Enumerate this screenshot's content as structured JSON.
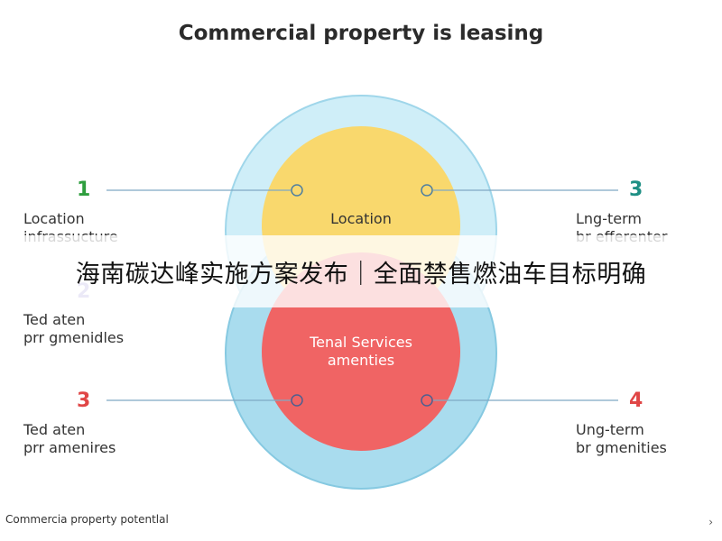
{
  "title": "Commercial property is leasing",
  "diagram": {
    "top_circle_label": "Location",
    "bottom_circle_label_1": "Tenal Services",
    "bottom_circle_label_2": "amenties",
    "items": [
      {
        "number": "1",
        "line1": "Location",
        "line2": "infrassucture",
        "color": "#2e9e3e"
      },
      {
        "number": "2",
        "line1": "Ted aten",
        "line2": "prr gmenidles",
        "color": "#9a8fd6"
      },
      {
        "number": "3",
        "line1": "Lng-term",
        "line2": "br efferenter",
        "color": "#1e8f84"
      },
      {
        "number": "3",
        "line1": "Ted aten",
        "line2": "prr amenires",
        "color": "#e04646"
      },
      {
        "number": "4",
        "line1": "Ung-term",
        "line2": "br gmenities",
        "color": "#e04646"
      }
    ]
  },
  "banner": "海南碳达峰实施方案发布｜全面禁售燃油车目标明确",
  "footer": "Commercia property potentlal",
  "chevron": "›",
  "colors": {
    "outer_ring": "#a9dcee",
    "outer_ring_edge": "#7fc6df",
    "top_fill": "#f9d86d",
    "bottom_fill": "#f06464",
    "line": "#7fa9c4"
  }
}
